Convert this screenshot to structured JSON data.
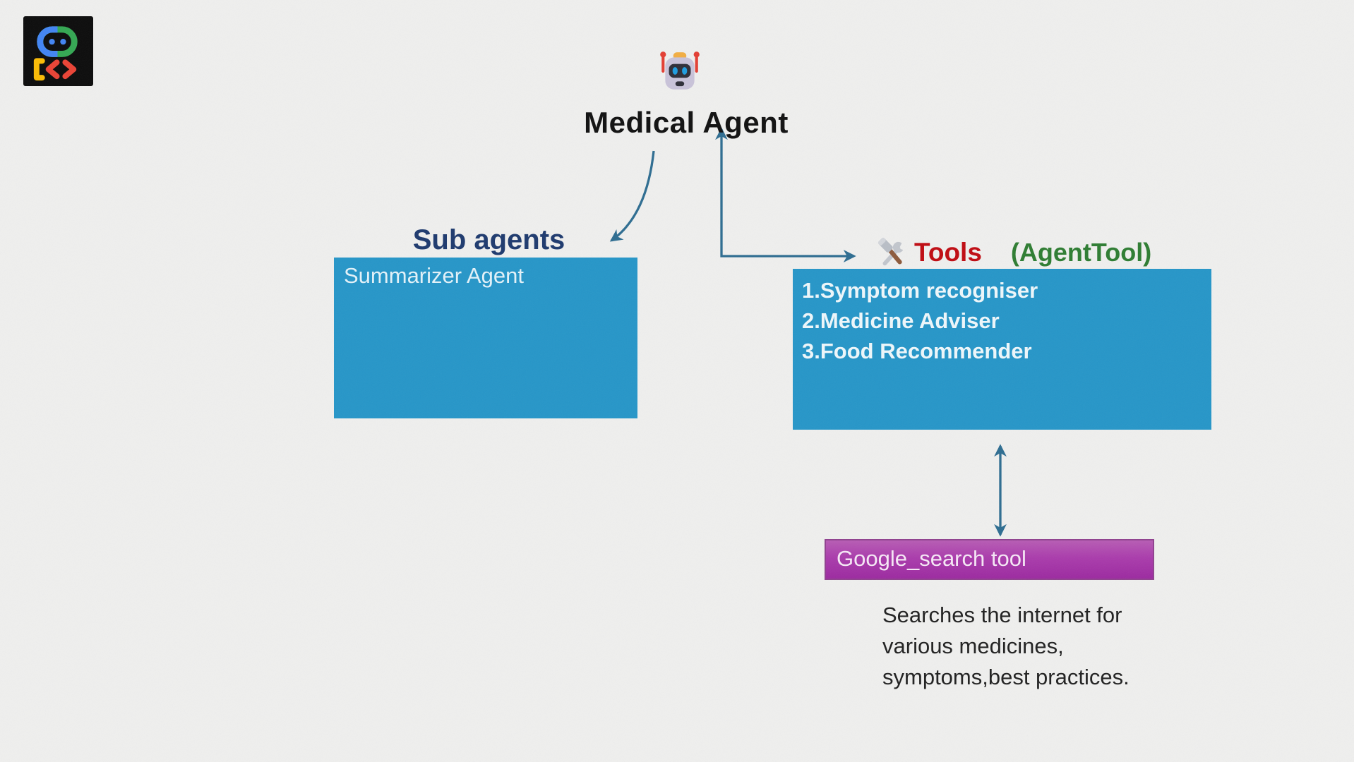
{
  "header": {
    "agent_title": "Medical Agent"
  },
  "sub_agents": {
    "heading": "Sub agents",
    "agents": [
      "Summarizer Agent"
    ]
  },
  "tools": {
    "heading": "Tools",
    "annotation": "(AgentTool)",
    "items": [
      "1.Symptom recogniser",
      "2.Medicine Adviser",
      "3.Food Recommender"
    ]
  },
  "google_search": {
    "label": "Google_search tool",
    "description_lines": [
      "Searches the internet for",
      "various medicines,",
      "symptoms,best practices."
    ]
  },
  "colors": {
    "background": "#efefee",
    "agent_box_blue": "#2696c8",
    "google_box_purple": "#a935ab",
    "heading_navy": "#1e3a6e",
    "tools_red": "#c00b12",
    "agenttool_green": "#2e7d32",
    "arrow_teal": "#2e6d91",
    "title_black": "#111111"
  }
}
